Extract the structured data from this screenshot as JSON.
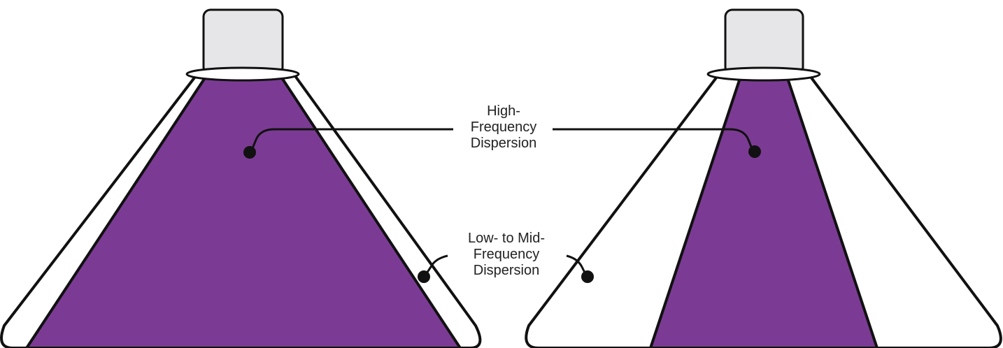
{
  "colors": {
    "beam": "#7b3b94",
    "stroke": "#111111",
    "waveguide": "#e6e6e8",
    "background": "#ffffff"
  },
  "labels": {
    "high_frequency": [
      "High-",
      "Frequency",
      "Dispersion"
    ],
    "low_mid_frequency": [
      "Low- to Mid-",
      "Frequency",
      "Dispersion"
    ]
  },
  "speakers": [
    {
      "name": "wide-dispersion-speaker",
      "beam_shape": "wide"
    },
    {
      "name": "narrow-dispersion-speaker",
      "beam_shape": "narrow"
    }
  ]
}
